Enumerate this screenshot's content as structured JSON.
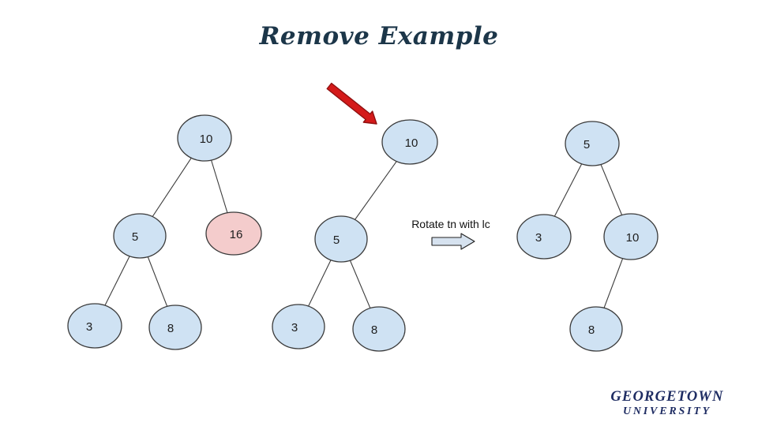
{
  "slide": {
    "title": "Remove Example"
  },
  "annotation": {
    "rotate_label": "Rotate tn with lc"
  },
  "logo": {
    "line1": "GEORGETOWN",
    "line2": "UNIVERSITY"
  },
  "colors": {
    "node_fill": "#cfe2f3",
    "node_stroke": "#3a3a3a",
    "highlight_fill": "#f4cccc",
    "red_arrow_fill": "#d41a1a",
    "red_arrow_stroke": "#8f1010",
    "block_arrow_fill": "#d6e2ef",
    "title_color": "#1c3649",
    "logo_color": "#1f2d63"
  },
  "trees": [
    {
      "name": "tree-with-node-to-remove",
      "nodes": [
        {
          "label": "10"
        },
        {
          "label": "5"
        },
        {
          "label": "16",
          "highlighted": true
        },
        {
          "label": "3"
        },
        {
          "label": "8"
        }
      ]
    },
    {
      "name": "tree-after-remove",
      "nodes": [
        {
          "label": "10"
        },
        {
          "label": "5"
        },
        {
          "label": "3"
        },
        {
          "label": "8"
        }
      ]
    },
    {
      "name": "tree-after-rotate",
      "nodes": [
        {
          "label": "5"
        },
        {
          "label": "3"
        },
        {
          "label": "10"
        },
        {
          "label": "8"
        }
      ]
    }
  ]
}
